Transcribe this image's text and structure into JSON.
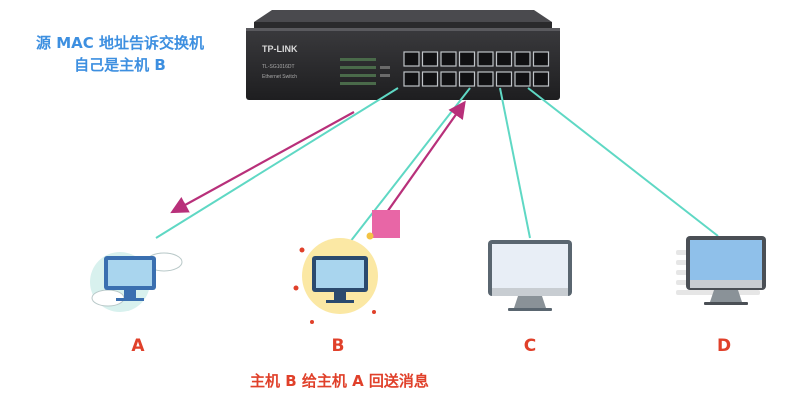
{
  "caption_line1": "源 MAC 地址告诉交换机",
  "caption_line2": "自己是主机 B",
  "switch": {
    "brand": "TP-LINK",
    "model": "TL-SG1016DT",
    "subtitle": "Ethernet Switch"
  },
  "hosts": [
    {
      "label": "A"
    },
    {
      "label": "B"
    },
    {
      "label": "C"
    },
    {
      "label": "D"
    }
  ],
  "bottom_caption": "主机 B 给主机 A 回送消息",
  "colors": {
    "cable": "#5fd8c4",
    "arrow": "#b8307a",
    "packet": "#e866a6",
    "label_red": "#e0402a",
    "caption_blue": "#3d8fe0"
  }
}
